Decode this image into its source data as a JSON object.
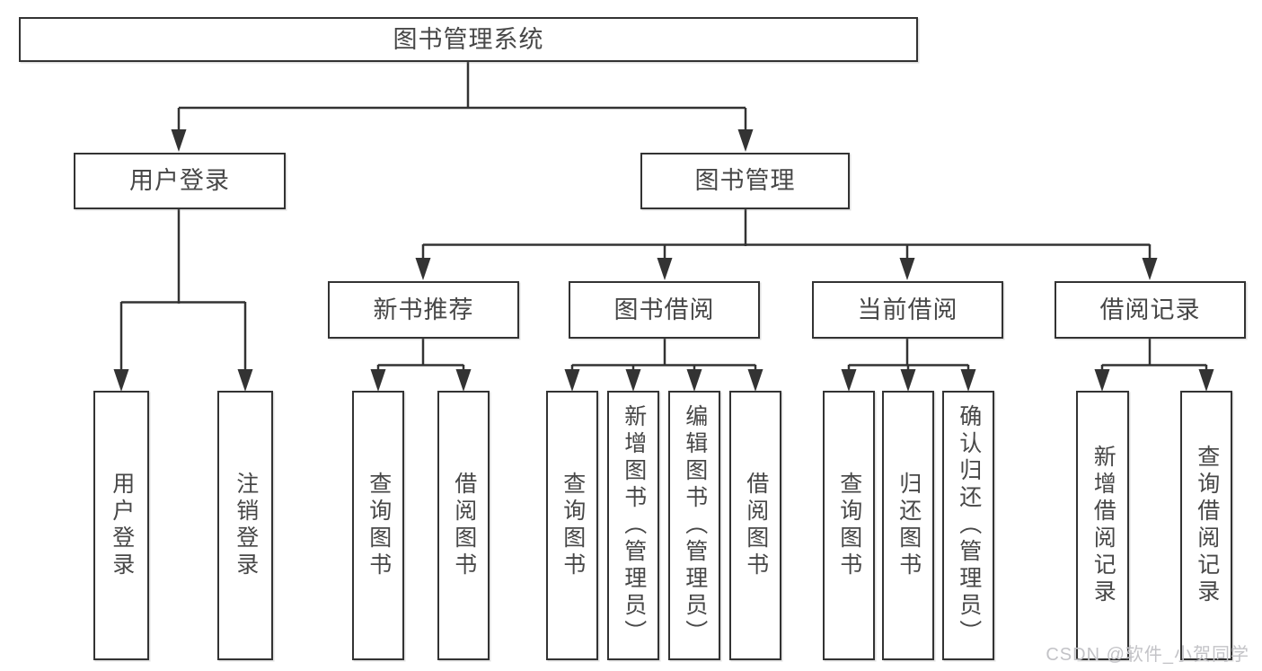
{
  "diagram": {
    "root": {
      "label": "图书管理系统"
    },
    "level2": [
      {
        "id": "user-login",
        "label": "用户登录",
        "children": [
          {
            "label": "用户登录"
          },
          {
            "label": "注销登录"
          }
        ]
      },
      {
        "id": "book-management",
        "label": "图书管理",
        "children": [
          {
            "id": "new-book-recommend",
            "label": "新书推荐",
            "children": [
              {
                "label": "查询图书"
              },
              {
                "label": "借阅图书"
              }
            ]
          },
          {
            "id": "book-borrowing",
            "label": "图书借阅",
            "children": [
              {
                "label": "查询图书"
              },
              {
                "label": "新增图书（管理员）"
              },
              {
                "label": "编辑图书（管理员）"
              },
              {
                "label": "借阅图书"
              }
            ]
          },
          {
            "id": "current-borrowing",
            "label": "当前借阅",
            "children": [
              {
                "label": "查询图书"
              },
              {
                "label": "归还图书"
              },
              {
                "label": "确认归还（管理员）"
              }
            ]
          },
          {
            "id": "borrowing-records",
            "label": "借阅记录",
            "children": [
              {
                "label": "新增借阅记录"
              },
              {
                "label": "查询借阅记录"
              }
            ]
          }
        ]
      }
    ]
  },
  "watermark": {
    "text": "CSDN @软件_小贺同学"
  },
  "colors": {
    "line": "#333333",
    "text": "#474747",
    "watermark": "#c3c3c7",
    "background": "#ffffff"
  }
}
